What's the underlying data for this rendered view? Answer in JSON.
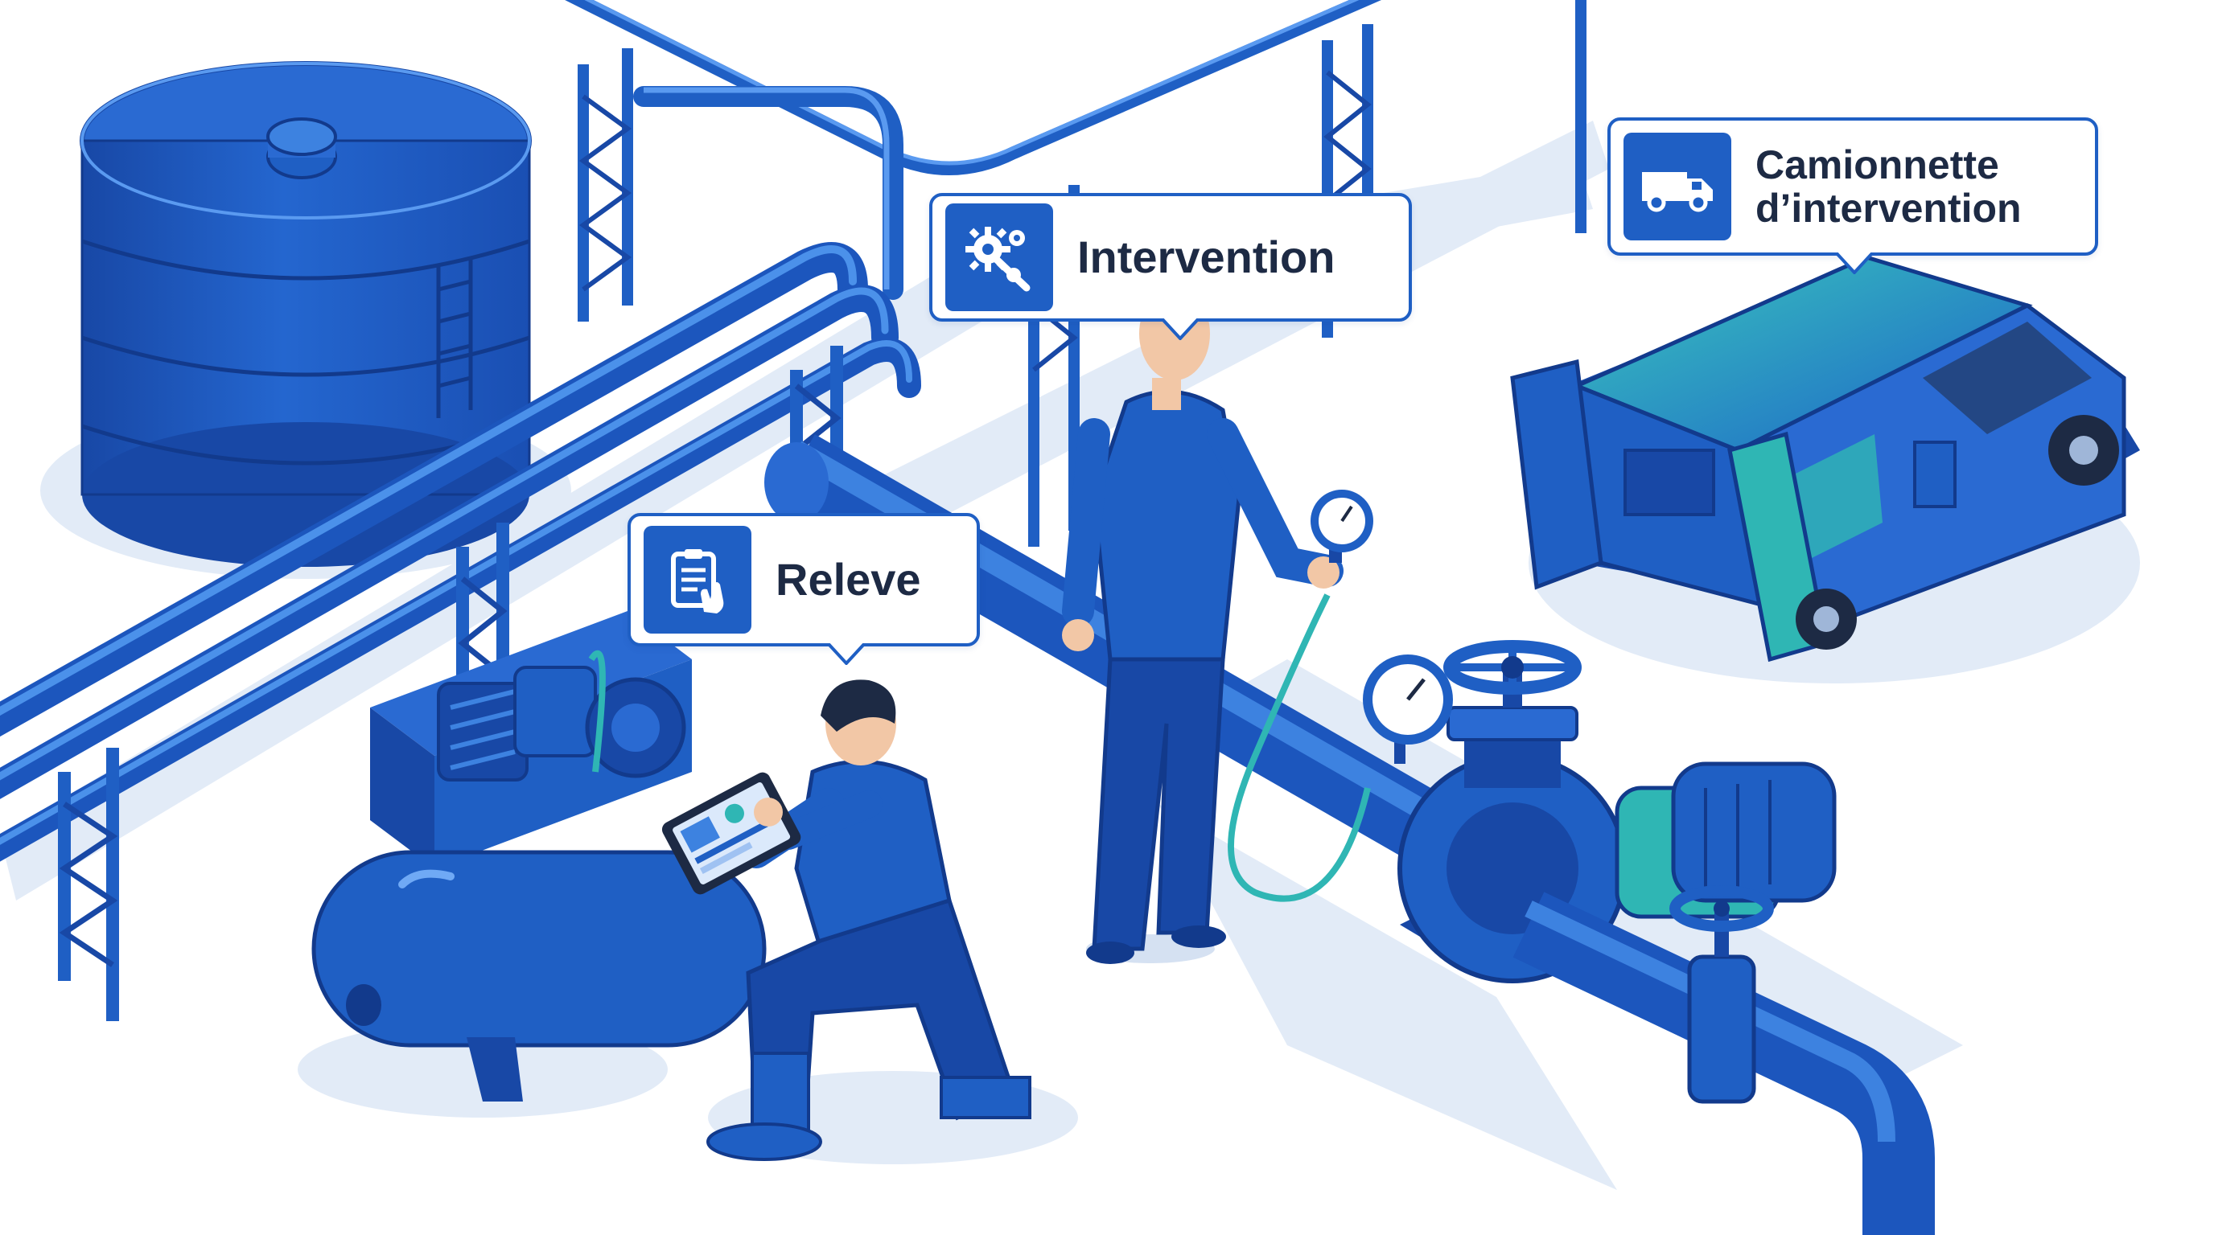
{
  "scene": {
    "colors": {
      "primary": "#1f5fc4",
      "deep": "#1848a6",
      "light": "#3d82e0",
      "teal": "#2fb6b4",
      "shadow": "#e2ebf7",
      "label_text": "#1d2a44"
    }
  },
  "callouts": {
    "releve": {
      "label": "Releve",
      "icon": "clipboard-hand-icon"
    },
    "intervention": {
      "label": "Intervention",
      "icon": "gears-wrench-icon"
    },
    "van": {
      "label_line1": "Camionnette",
      "label_line2": "d’intervention",
      "icon": "van-icon"
    }
  }
}
